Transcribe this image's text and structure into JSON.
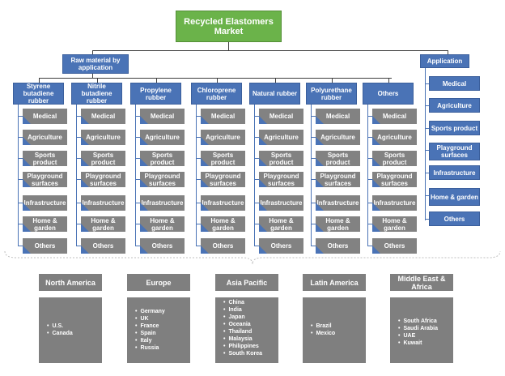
{
  "title": "Recycled Elastomers Market",
  "raw_material_header": "Raw material by application",
  "application_header": "Application",
  "raw_materials": [
    {
      "label": "Styrene butadiene rubber"
    },
    {
      "label": "Nitrile butadiene rubber"
    },
    {
      "label": "Propylene rubber"
    },
    {
      "label": "Chloroprene rubber"
    },
    {
      "label": "Natural rubber"
    },
    {
      "label": "Polyurethane rubber"
    },
    {
      "label": "Others"
    }
  ],
  "sub_items": [
    "Medical",
    "Agriculture",
    "Sports product",
    "Playground surfaces",
    "Infrastructure",
    "Home & garden",
    "Others"
  ],
  "applications": [
    "Medical",
    "Agriculture",
    "Sports product",
    "Playground surfaces",
    "Infrastructure",
    "Home & garden",
    "Others"
  ],
  "regions": [
    {
      "name": "North America",
      "countries": [
        "U.S.",
        "Canada"
      ]
    },
    {
      "name": "Europe",
      "countries": [
        "Germany",
        "UK",
        "France",
        "Spain",
        "Italy",
        "Russia"
      ]
    },
    {
      "name": "Asia Pacific",
      "countries": [
        "China",
        "India",
        "Japan",
        "Oceania",
        "Thailand",
        "Malaysia",
        "Philippines",
        "South Korea"
      ]
    },
    {
      "name": "Latin America",
      "countries": [
        "Brazil",
        "Mexico"
      ]
    },
    {
      "name": "Middle East & Africa",
      "countries": [
        "South Africa",
        "Saudi Arabia",
        "UAE",
        "Kuwait"
      ]
    }
  ]
}
